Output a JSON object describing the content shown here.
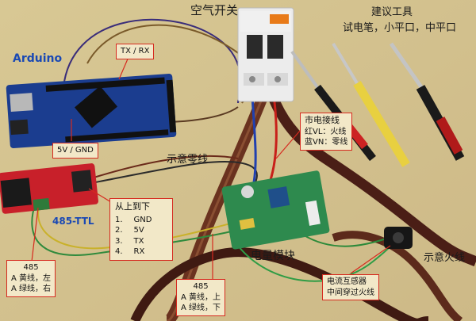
{
  "labels": {
    "arduino": "Arduino",
    "breaker": "空气开关",
    "tools_title": "建议工具",
    "tools_list": "试电笔，小平口，中平口",
    "neutral": "示意零线",
    "live": "示意火线",
    "module": "电量模块",
    "ttl": "485-TTL"
  },
  "callouts": {
    "tx_rx": "TX / RX",
    "power": "5V / GND",
    "mains": {
      "title": "市电接线",
      "live": "红VL：火线",
      "neutral": "蓝VN：零线"
    },
    "pinout": {
      "title": "从上到下",
      "items": [
        {
          "num": "1.",
          "text": "GND"
        },
        {
          "num": "2.",
          "text": "5V"
        },
        {
          "num": "3.",
          "text": "TX"
        },
        {
          "num": "4.",
          "text": "RX"
        }
      ]
    },
    "rs485_left": {
      "title": "485",
      "a": "A 黄线，左",
      "b": "A 绿线，右"
    },
    "rs485_bottom": {
      "title": "485",
      "a": "A 黄线，上",
      "b": "A 绿线，下"
    },
    "ct": {
      "l1": "电流互感器",
      "l2": "中间穿过火线"
    }
  },
  "colors": {
    "callout_border": "#d62a1f",
    "arduino_board": "#1b3d8f",
    "module_board": "#2e8a4e",
    "ttl_board": "#c8202a",
    "label_blue": "#1a49b4"
  }
}
